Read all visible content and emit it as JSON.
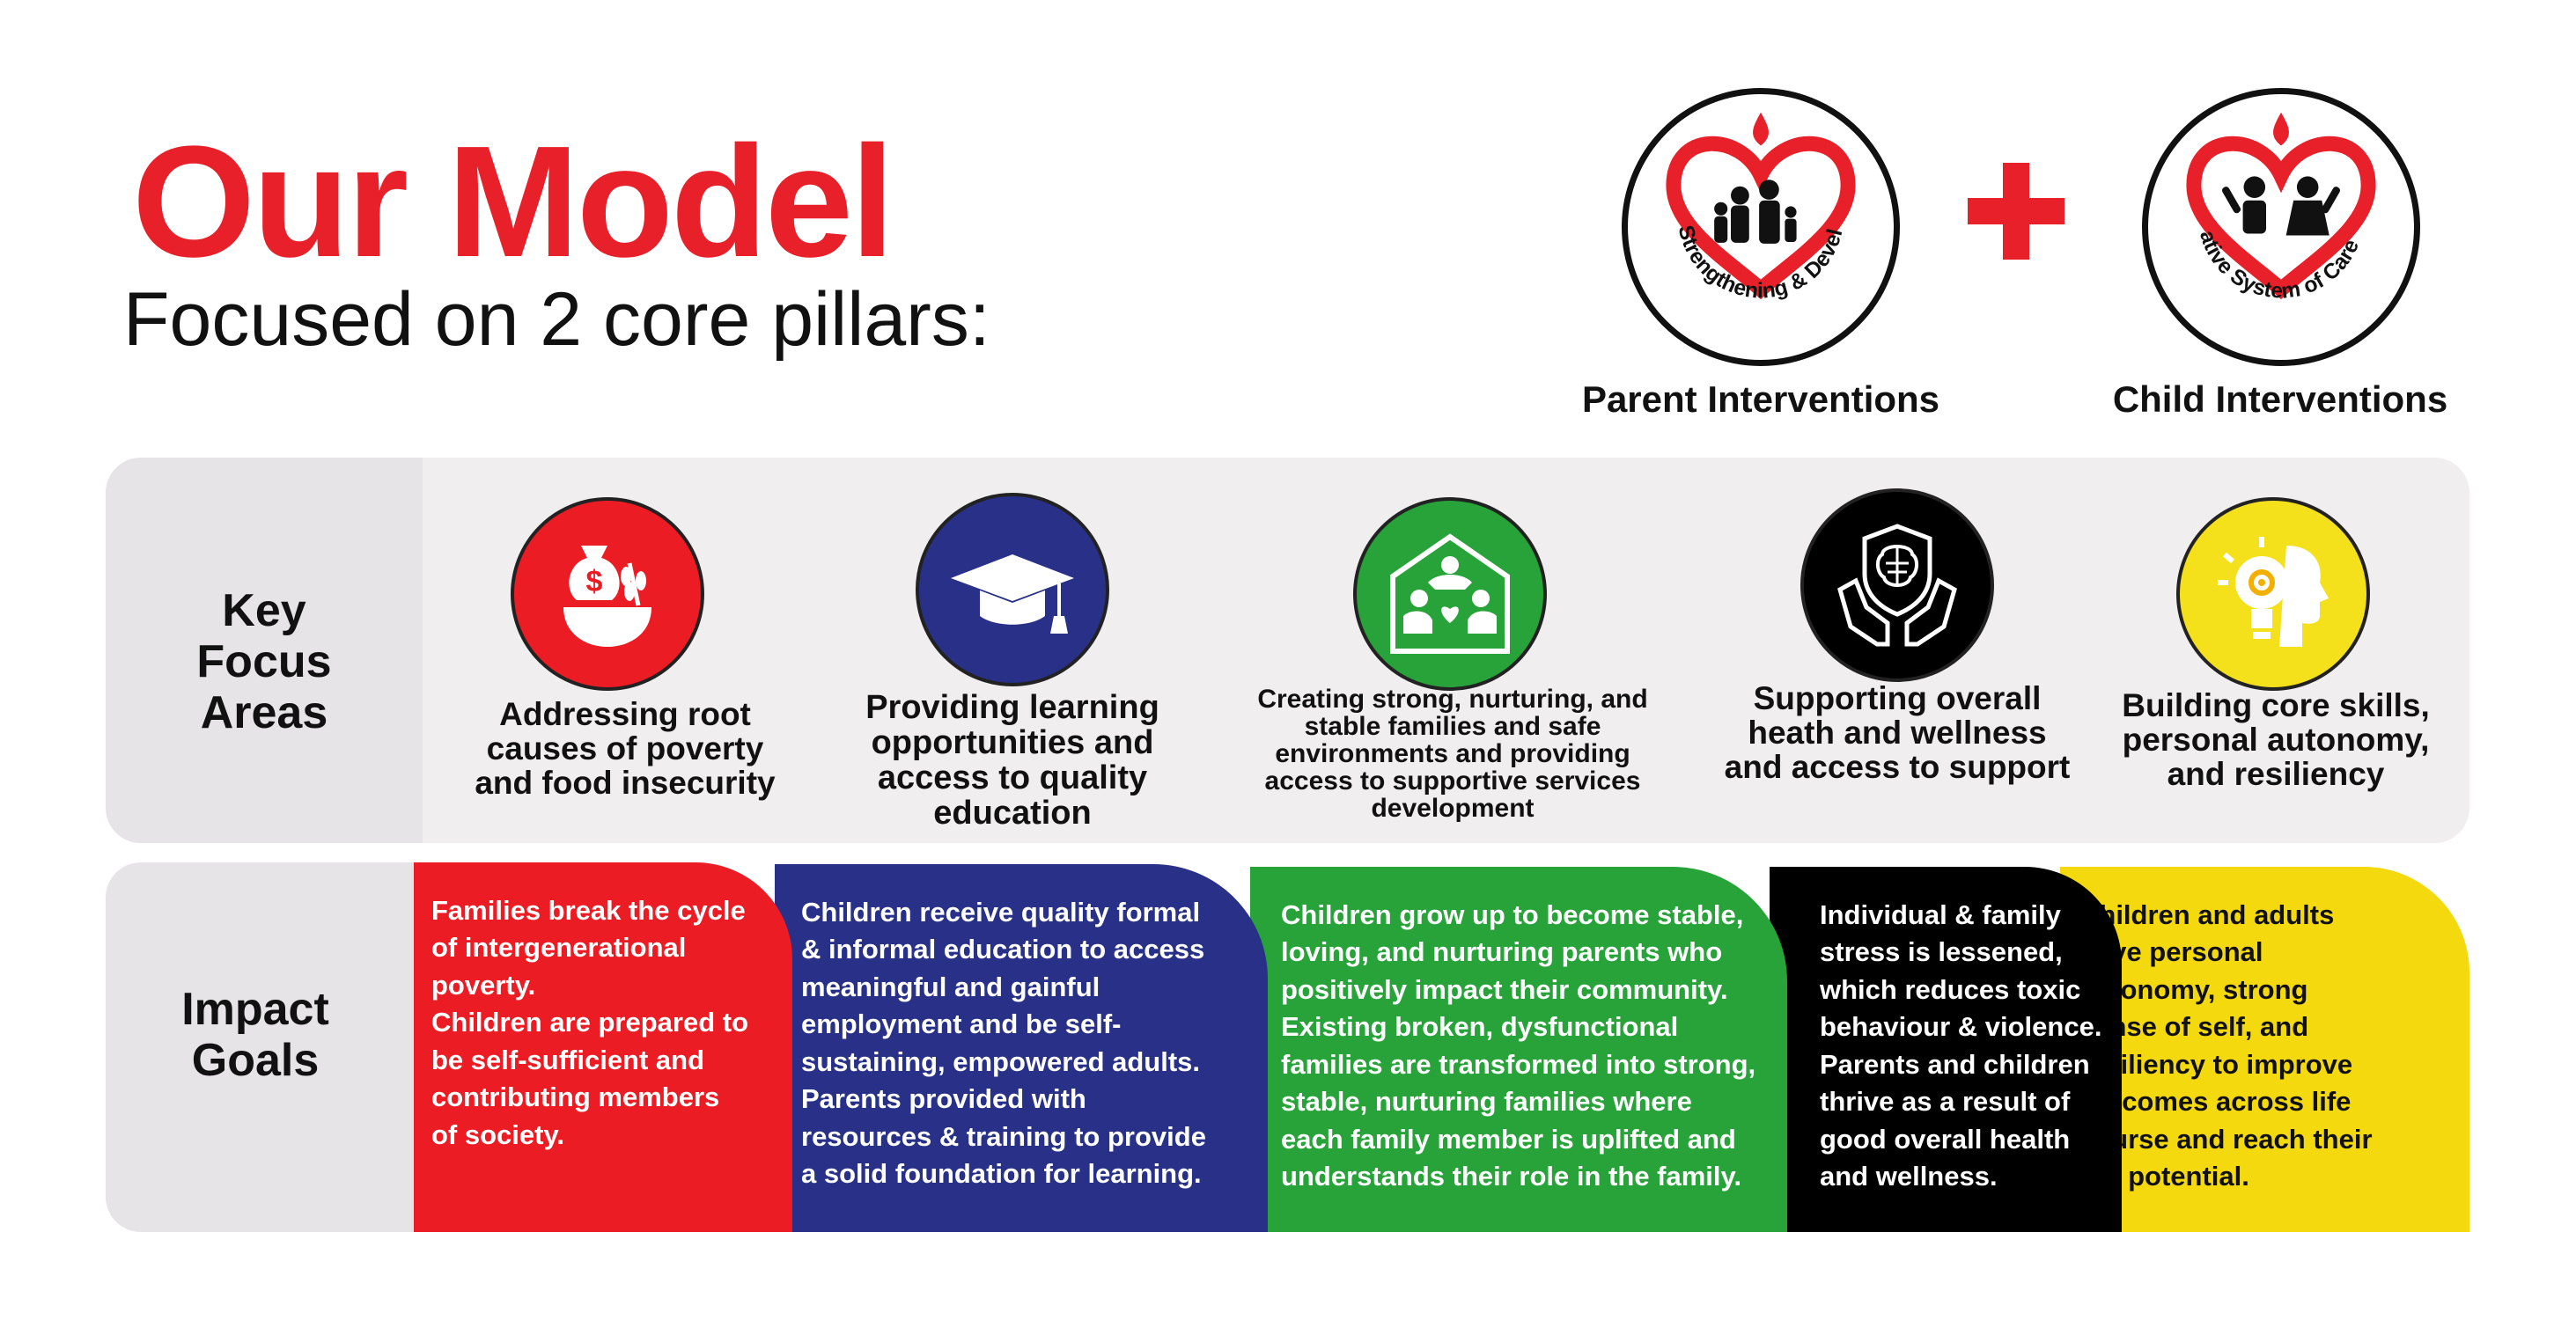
{
  "header": {
    "title": "Our Model",
    "subtitle": "Focused on 2 core pillars:"
  },
  "pillars": [
    {
      "logo_text": "Family Strengthening & Development",
      "caption": "Parent Interventions"
    },
    {
      "logo_text": "Transformative System of Care & Services",
      "caption": "Child Interventions"
    }
  ],
  "rows": {
    "focus_label": [
      "Key",
      "Focus",
      "Areas"
    ],
    "impact_label": [
      "Impact",
      "Goals"
    ]
  },
  "focus_areas": [
    {
      "icon": "money-bag-bowl-icon",
      "color": "#ec1c24",
      "lines": [
        "Addressing root",
        "causes of poverty",
        "and food insecurity"
      ]
    },
    {
      "icon": "graduation-cap-icon",
      "color": "#283187",
      "lines": [
        "Providing learning",
        "opportunities and",
        "access to quality",
        "education"
      ]
    },
    {
      "icon": "family-home-icon",
      "color": "#27a33a",
      "lines": [
        "Creating strong, nurturing, and",
        "stable families and safe",
        "environments and providing",
        "access to supportive services",
        "development"
      ]
    },
    {
      "icon": "brain-hands-icon",
      "color": "#111111",
      "lines": [
        "Supporting overall",
        "heath and wellness",
        "and access to support"
      ]
    },
    {
      "icon": "lightbulb-head-icon",
      "color": "#f4e11b",
      "lines": [
        "Building core skills,",
        "personal autonomy,",
        "and resiliency"
      ]
    }
  ],
  "impact_goals": [
    {
      "color": "#ec1c24",
      "text_color": "#ffffff",
      "lines": [
        "Families break the cycle",
        "of intergenerational",
        "poverty.",
        "Children are prepared to",
        "be self-sufficient and",
        "contributing members",
        "of society."
      ]
    },
    {
      "color": "#283187",
      "text_color": "#ffffff",
      "lines": [
        "Children receive quality formal",
        "& informal education to access",
        "meaningful and gainful",
        "employment and be self-",
        "sustaining, empowered adults.",
        "Parents provided with",
        "resources & training to provide",
        "a solid foundation for learning."
      ]
    },
    {
      "color": "#27a33a",
      "text_color": "#ffffff",
      "lines": [
        "Children grow up to become stable,",
        "loving, and nurturing parents who",
        "positively impact their community.",
        "Existing broken, dysfunctional",
        "families are transformed into strong,",
        "stable, nurturing families where",
        "each family member is uplifted and",
        "understands their role in the family."
      ]
    },
    {
      "color": "#000000",
      "text_color": "#ffffff",
      "lines": [
        "Individual & family",
        "stress is lessened,",
        "which reduces toxic",
        "behaviour & violence.",
        "Parents and children",
        "thrive as a result of",
        "good overall health",
        "and wellness."
      ]
    },
    {
      "color": "#f4d90f",
      "text_color": "#111111",
      "lines": [
        "Children and adults",
        "have personal",
        "autonomy, strong",
        "sense of self, and",
        "resiliency to improve",
        "outcomes across life",
        "course and reach their",
        "full potential."
      ]
    }
  ]
}
